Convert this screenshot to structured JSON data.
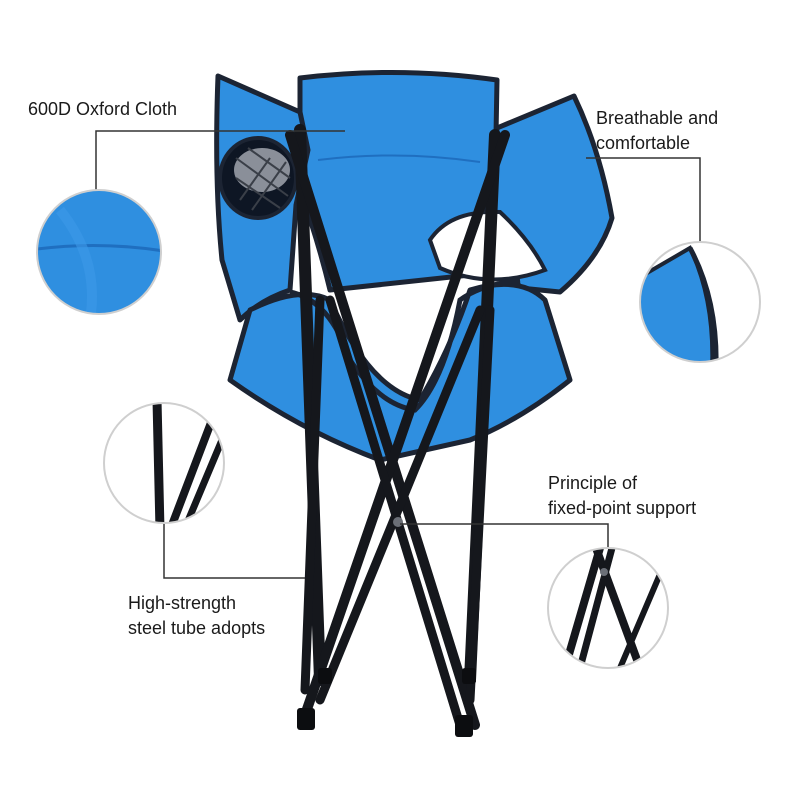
{
  "product": "folding camping chair",
  "colors": {
    "fabric": "#2f8fe0",
    "fabric_shadow": "#1f6fc0",
    "edge_trim": "#1c2433",
    "frame": "#15171c",
    "leader_line": "#333333"
  },
  "callouts": [
    {
      "lines": [
        "600D Oxford Cloth"
      ]
    },
    {
      "lines": [
        "Breathable and",
        "comfortable"
      ]
    },
    {
      "lines": [
        "Principle of",
        "fixed-point support"
      ]
    },
    {
      "lines": [
        "High-strength",
        "steel tube adopts"
      ]
    }
  ],
  "detail_icons": [
    "fabric-closeup",
    "edge-closeup",
    "tube-closeup",
    "joint-closeup"
  ]
}
